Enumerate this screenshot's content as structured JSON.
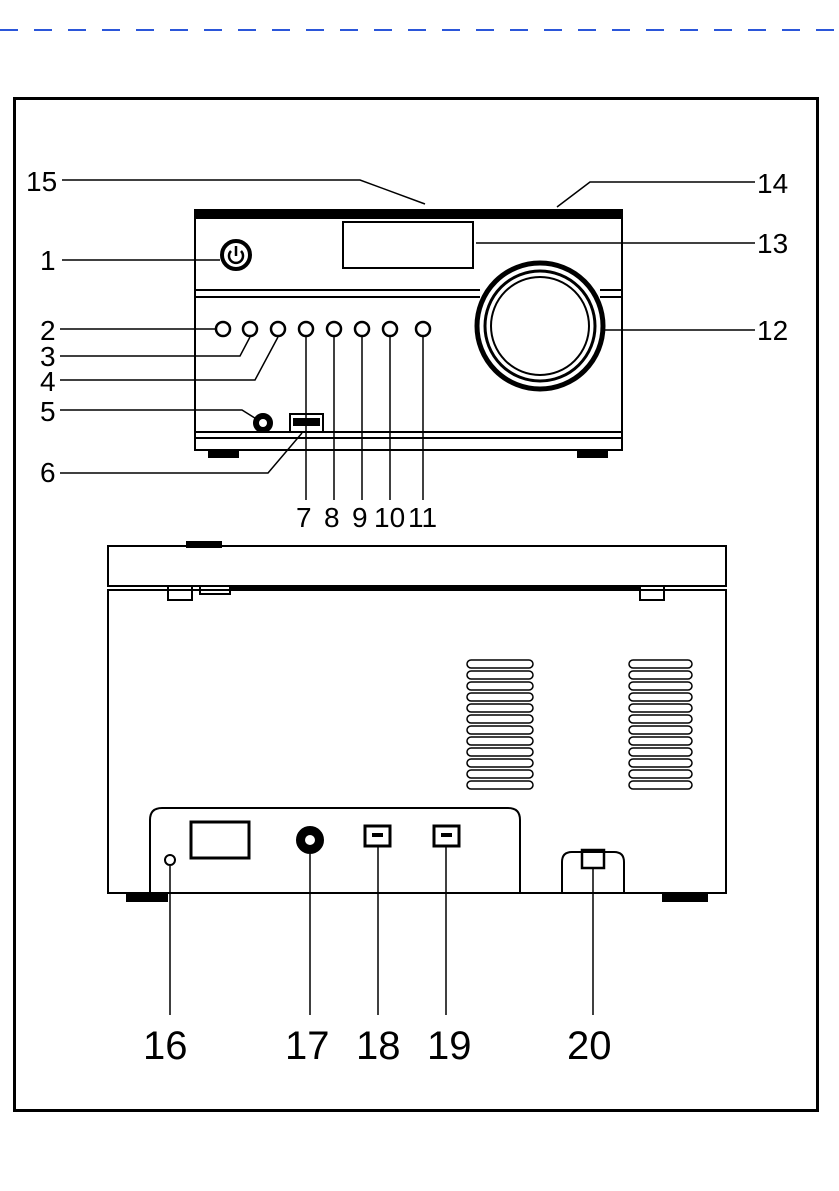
{
  "header": {
    "rule_color": "#2b56d9"
  },
  "front_view": {
    "callouts": {
      "c1": "1",
      "c2": "2",
      "c3": "3",
      "c4": "4",
      "c5": "5",
      "c6": "6",
      "c7": "7",
      "c8": "8",
      "c9": "9",
      "c10": "10",
      "c11": "11",
      "c12": "12",
      "c13": "13",
      "c14": "14",
      "c15": "15"
    }
  },
  "rear_view": {
    "callouts": {
      "c16": "16",
      "c17": "17",
      "c18": "18",
      "c19": "19",
      "c20": "20"
    }
  }
}
